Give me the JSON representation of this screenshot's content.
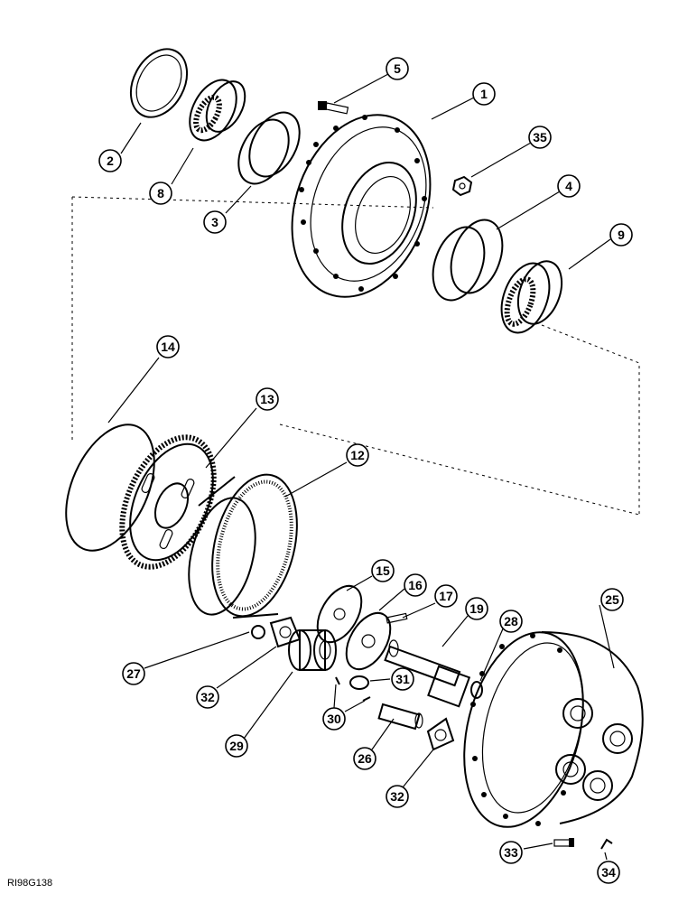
{
  "figure_id": "RI98G138",
  "callouts": [
    {
      "n": "1"
    },
    {
      "n": "2"
    },
    {
      "n": "3"
    },
    {
      "n": "4"
    },
    {
      "n": "5"
    },
    {
      "n": "8"
    },
    {
      "n": "9"
    },
    {
      "n": "35"
    },
    {
      "n": "14"
    },
    {
      "n": "13"
    },
    {
      "n": "12"
    },
    {
      "n": "15"
    },
    {
      "n": "16"
    },
    {
      "n": "17"
    },
    {
      "n": "19"
    },
    {
      "n": "28"
    },
    {
      "n": "25"
    },
    {
      "n": "27"
    },
    {
      "n": "32"
    },
    {
      "n": "29"
    },
    {
      "n": "31"
    },
    {
      "n": "30"
    },
    {
      "n": "26"
    },
    {
      "n": "32"
    },
    {
      "n": "33"
    },
    {
      "n": "34"
    }
  ]
}
